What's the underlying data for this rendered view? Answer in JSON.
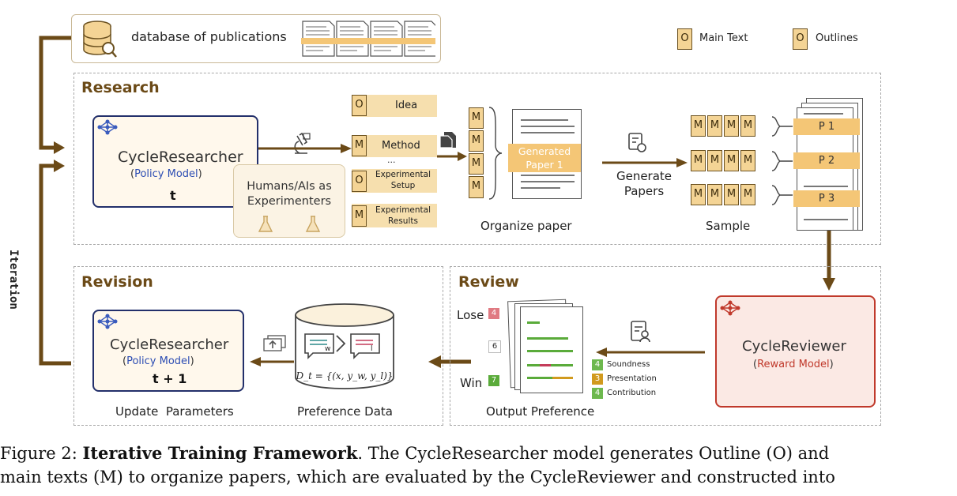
{
  "db": {
    "label": "database of publications"
  },
  "legend": {
    "main_text": "Main Text",
    "outlines": "Outlines",
    "m_glyph": "O",
    "o_glyph": "O"
  },
  "research": {
    "title": "Research",
    "policy": {
      "name": "CycleResearcher",
      "role": "Policy Model",
      "step": "t"
    },
    "experimenters": "Humans/AIs as Experimenters",
    "outline_items": [
      {
        "tag": "O",
        "label": "Idea"
      },
      {
        "tag": "M",
        "label": "Method"
      },
      {
        "tag": "...",
        "label": ""
      },
      {
        "tag": "O",
        "label": "Experimental Setup"
      },
      {
        "tag": "M",
        "label": "Experimental Results"
      }
    ],
    "m_tag": "M",
    "generated": "Generated Paper 1",
    "organize": "Organize paper",
    "generate": "Generate Papers",
    "samples": [
      "P 1",
      "P 2",
      "P 3"
    ],
    "sample_label": "Sample"
  },
  "iteration": "Iteration",
  "review": {
    "title": "Review",
    "reviewer": {
      "name": "CycleReviewer",
      "role": "Reward Model"
    },
    "lose": "Lose",
    "win": "Win",
    "scores": [
      {
        "label": "",
        "value": "4",
        "color": "#e07a82"
      },
      {
        "label": "",
        "value": "6",
        "color": "#ffffff"
      },
      {
        "label": "",
        "value": "7",
        "color": "#5aab3a"
      }
    ],
    "criteria": [
      {
        "value": "4",
        "label": "Soundness",
        "color": "#6db84e"
      },
      {
        "value": "3",
        "label": "Presentation",
        "color": "#d19a1e"
      },
      {
        "value": "4",
        "label": "Contribution",
        "color": "#6db84e"
      }
    ],
    "output": "Output Preference"
  },
  "revision": {
    "title": "Revision",
    "policy": {
      "name": "CycleResearcher",
      "role": "Policy Model",
      "step": "t + 1"
    },
    "update": "Update  Parameters",
    "pref_label": "Preference Data",
    "formula": "D_t = {(x, y_w, y_l)}",
    "w": "w",
    "l": "l"
  },
  "caption": {
    "line1_pre": "Figure 2: ",
    "line1_bold": "Iterative Training Framework",
    "line1_post": ". The CycleResearcher model generates Outline (O) and",
    "line2": "main texts (M) to organize papers, which are evaluated by the CycleReviewer and constructed into"
  }
}
